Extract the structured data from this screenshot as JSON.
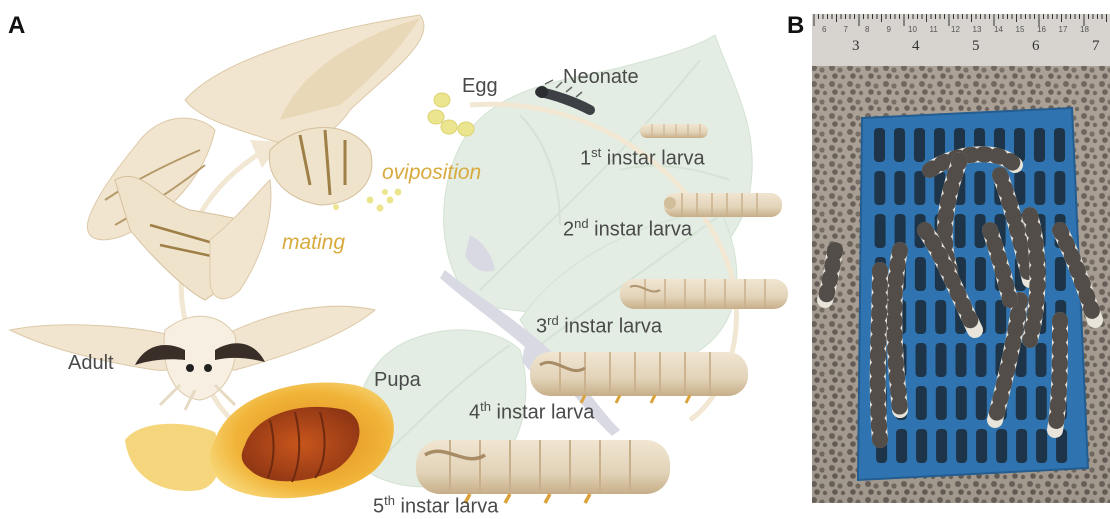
{
  "panels": {
    "a": "A",
    "b": "B"
  },
  "stages": {
    "egg": "Egg",
    "neonate": "Neonate",
    "instar1": {
      "num": "1",
      "sup": "st",
      "rest": " instar larva"
    },
    "instar2": {
      "num": "2",
      "sup": "nd",
      "rest": " instar larva"
    },
    "instar3": {
      "num": "3",
      "sup": "rd",
      "rest": " instar larva"
    },
    "instar4": {
      "num": "4",
      "sup": "th",
      "rest": " instar larva"
    },
    "instar5": {
      "num": "5",
      "sup": "th",
      "rest": " instar larva"
    },
    "pupa": "Pupa",
    "adult": "Adult"
  },
  "processes": {
    "oviposition": "oviposition",
    "mating": "mating"
  },
  "ruler": {
    "small_numbers": [
      "6",
      "7",
      "8",
      "9",
      "10",
      "11",
      "12",
      "13",
      "14",
      "15",
      "16",
      "17",
      "18"
    ],
    "big_numbers": [
      "3",
      "4",
      "5",
      "6",
      "7"
    ]
  },
  "colors": {
    "leaf": "#e3ede3",
    "cycle_arrow": "#f1e7d3",
    "larva_body": "#e9ddc6",
    "larva_band": "#c9b08c",
    "egg": "#ece58f",
    "process_text": "#d9aa3e",
    "cocoon_outer": "#f6d67c",
    "pupa": "#b94f1c",
    "tray": "#2f74b0"
  }
}
